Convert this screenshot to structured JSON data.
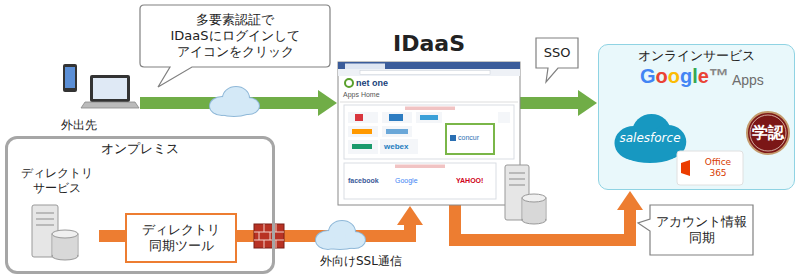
{
  "diagram": {
    "nodes": [
      {
        "text": [
          "多要素認証で IDaaSにログインして アイコンをクリック"
        ]
      },
      {
        "text": [
          "IDaaS"
        ]
      },
      {
        "text": [
          "SSO"
        ]
      },
      {
        "text": [
          "オンラインサービス"
        ]
      },
      {
        "text": [
          "salesforce"
        ],
        "in": 3
      },
      {
        "text": [
          "学認"
        ],
        "in": 3
      },
      {
        "text": [
          "Office 365"
        ],
        "in": 3
      },
      {
        "text": [
          "外出先"
        ]
      },
      {
        "text": [
          "オンプレミス"
        ]
      },
      {
        "text": [
          "ディレクトリ サービス"
        ],
        "in": 8
      },
      {
        "text": [
          "ディレクトリ 同期ツール"
        ],
        "in": 8
      },
      {
        "text": [
          "アカウント情報 同期"
        ]
      }
    ],
    "edges": [
      {
        "from": 7,
        "to": 1,
        "arrow": "to"
      },
      {
        "from": 1,
        "to": 3,
        "arrow": "to"
      },
      {
        "from": 9,
        "to": 10,
        "arrow": "none"
      },
      {
        "from": 10,
        "to": 1,
        "label": "外向けSSL通信",
        "arrow": "to"
      },
      {
        "from": 1,
        "to": 3,
        "arrow": "to"
      }
    ],
    "labels": [
      "Google™",
      "Apps",
      "net one",
      "Apps Home",
      "webex",
      "concur",
      "facebook",
      "Google",
      "YAHOO!"
    ]
  }
}
